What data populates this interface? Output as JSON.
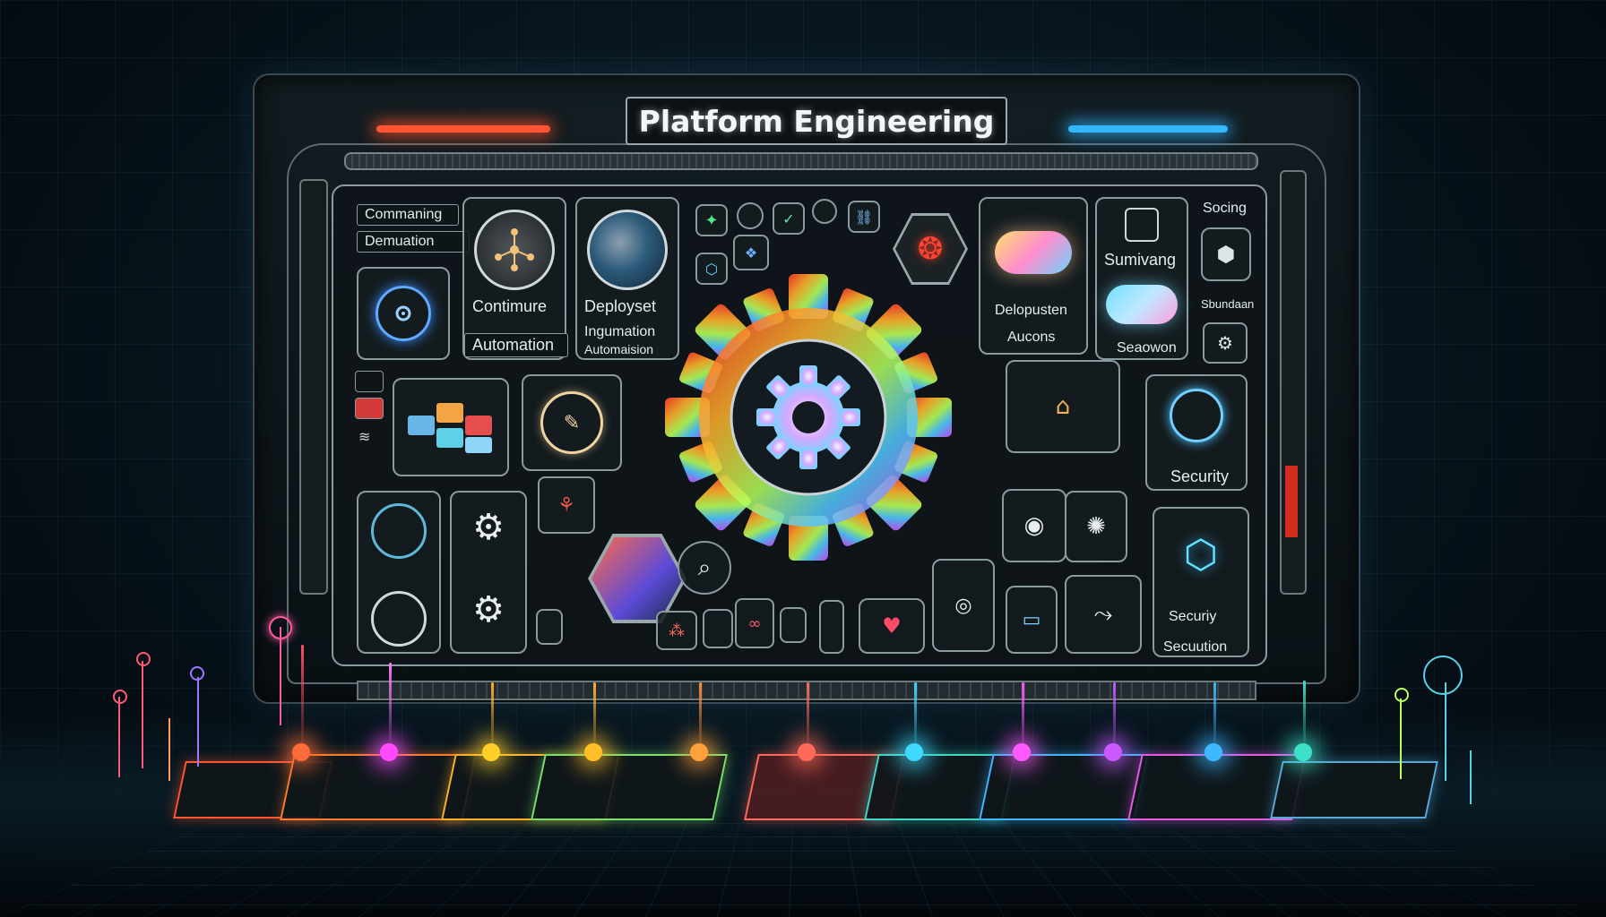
{
  "title": "Platform Engineering",
  "labels": {
    "commanding": "Commaning",
    "demuation": "Demuation",
    "continuure": "Contimure",
    "automation": "Automation",
    "deployset": "Deployset",
    "ingumation": "Ingumation",
    "automaisinon": "Automaision",
    "sumivang": "Sumivang",
    "socing": "Socing",
    "delopusten": "Delopusten",
    "aucons": "Aucons",
    "sbundaan": "Sbundaan",
    "seaowon": "Seaowon",
    "security": "Security",
    "securiy": "Securiy",
    "secuution": "Secuution"
  },
  "colors": {
    "red": "#ff4d2e",
    "orange": "#ff9a1f",
    "yellow": "#ffd21a",
    "green": "#3dff7a",
    "cyan": "#23d9ff",
    "blue": "#2f7bff",
    "magenta": "#ff3dd6",
    "pink": "#ff3d7f"
  }
}
